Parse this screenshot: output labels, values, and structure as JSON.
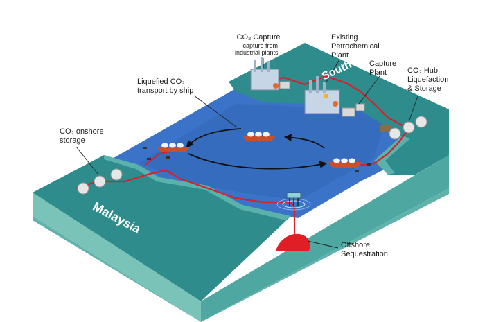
{
  "labels": {
    "co2_capture": "CO₂ Capture",
    "co2_capture_sub1": "- capture from",
    "co2_capture_sub2": "industrial plants -",
    "existing_line1": "Existing",
    "existing_line2": "Petrochemical",
    "existing_line3": "Plant",
    "capture_line1": "Capture",
    "capture_line2": "Plant",
    "hub_line1": "CO₂ Hub",
    "hub_line2": "Liquefaction",
    "hub_line3": "& Storage",
    "ship_line1": "Liquefied CO₂",
    "ship_line2": "transport by ship",
    "onshore_line1": "CO₂ onshore",
    "onshore_line2": "storage",
    "offshore_line1": "Offshore",
    "offshore_line2": "Sequestration"
  },
  "regions": {
    "south_korea": "South Korea",
    "malaysia": "Malaysia"
  },
  "colors": {
    "sea": "#3a73c8",
    "land_top": "#2f8c8c",
    "land_side": "#7ec4bb",
    "pipeline": "#d8202a",
    "reservoir": "#e01e26"
  }
}
